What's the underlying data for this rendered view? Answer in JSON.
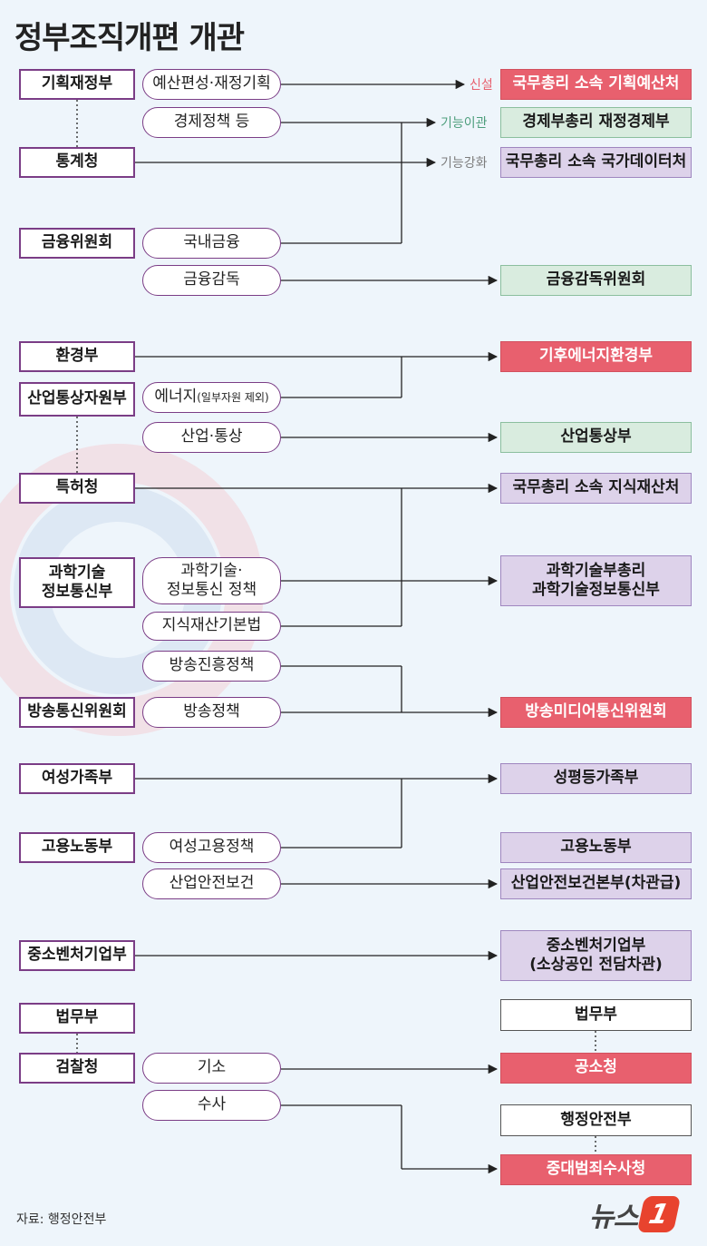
{
  "title": "정부조직개편 개관",
  "orgs": {
    "moef": "기획재정부",
    "kostat": "통계청",
    "fsc": "금융위원회",
    "moe": "환경부",
    "motie": "산업통상자원부",
    "kipo": "특허청",
    "msit": "과학기술\n정보통신부",
    "kcc": "방송통신위원회",
    "mogef": "여성가족부",
    "moel": "고용노동부",
    "mss": "중소벤처기업부",
    "moj": "법무부",
    "spo": "검찰청"
  },
  "functions": {
    "budget": "예산편성·재정기획",
    "economic_policy": "경제정책 등",
    "domestic_finance": "국내금융",
    "fin_supervision": "금융감독",
    "energy": "에너지",
    "energy_note": "(일부자원 제외)",
    "industry_trade": "산업·통상",
    "sci_ict_policy": "과학기술·\n정보통신 정책",
    "ip_basic_act": "지식재산기본법",
    "broadcast_promo": "방송진흥정책",
    "broadcast_policy": "방송정책",
    "women_employment": "여성고용정책",
    "industrial_safety": "산업안전보건",
    "prosecution": "기소",
    "investigation": "수사"
  },
  "results": {
    "budget_office": "국무총리 소속 기획예산처",
    "finance_economy": "경제부총리 재정경제부",
    "data_office": "국무총리 소속 국가데이터처",
    "fss_committee": "금융감독위원회",
    "climate_energy_env": "기후에너지환경부",
    "industry_trade_min": "산업통상부",
    "ip_office": "국무총리 소속 지식재산처",
    "science_min": "과학기술부총리\n과학기술정보통신부",
    "media_committee": "방송미디어통신위원회",
    "gender_equality": "성평등가족부",
    "labor_min": "고용노동부",
    "safety_hq": "산업안전보건본부(차관급)",
    "sme_min": "중소벤처기업부\n(소상공인 전담차관)",
    "moj_new": "법무부",
    "indictment_agency": "공소청",
    "mois": "행정안전부",
    "serious_crimes": "중대범죄수사청"
  },
  "tags": {
    "new": "신설",
    "transfer": "기능이관",
    "strengthen": "기능강화"
  },
  "colors": {
    "new_agency": "#e8606e",
    "transferred": "#d9ecdf",
    "reorganized": "#ddd2ea",
    "org_border": "#7b3d86",
    "line": "#222222"
  },
  "source": "자료: 행정안전부",
  "logo": {
    "text": "뉴스",
    "mark": "1"
  }
}
